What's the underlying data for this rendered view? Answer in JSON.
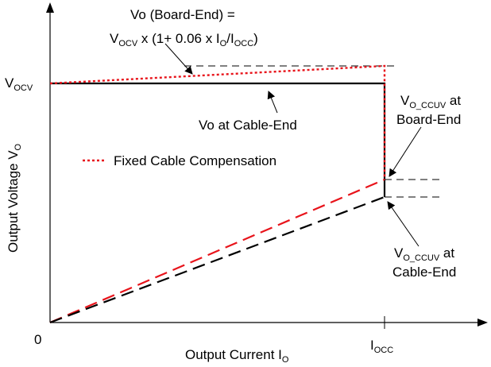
{
  "formula": {
    "line1": "Vo (Board-End) =",
    "line2_prefix": "V",
    "line2_sub1": "OCV",
    "line2_mid": " x (1+ 0.06 x I",
    "line2_sub2": "O",
    "line2_slash": "/I",
    "line2_sub3": "OCC",
    "line2_suffix": ")"
  },
  "vocv": {
    "main": "V",
    "sub": "OCV"
  },
  "cable_end_label": "Vo at Cable-End",
  "legend": {
    "label": "Fixed Cable Compensation"
  },
  "board_ccuv": {
    "main": "V",
    "sub": "O_CCUV",
    "tail": " at",
    "line2": "Board-End"
  },
  "cable_ccuv": {
    "main": "V",
    "sub": "O_CCUV",
    "tail": " at",
    "line2": "Cable-End"
  },
  "y_axis": {
    "main": "Output Voltage V",
    "sub": "O"
  },
  "x_axis": {
    "main": "Output Current I",
    "sub": "O"
  },
  "origin": "0",
  "iocc": {
    "main": "I",
    "sub": "OCC"
  },
  "colors": {
    "red": "#e8141b",
    "black": "#000000"
  }
}
